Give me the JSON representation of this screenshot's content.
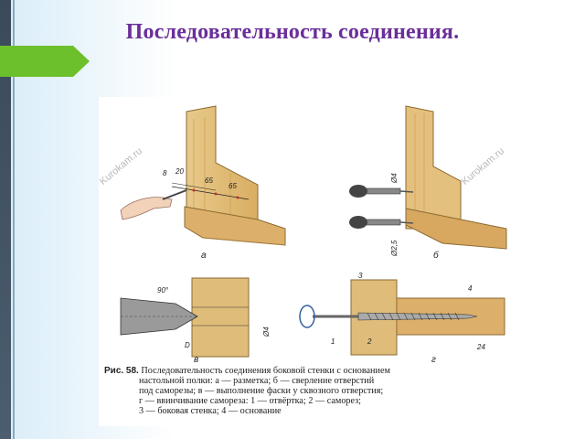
{
  "slide": {
    "title": "Последовательность соединения."
  },
  "figure": {
    "watermark": "Kurokam.ru",
    "panel_letters": [
      "а",
      "б",
      "в",
      "г"
    ],
    "dimensions": {
      "a": [
        "8",
        "20",
        "65",
        "65"
      ],
      "b": [
        "Ø4",
        "Ø2,5"
      ],
      "v": [
        "90°",
        "D",
        "Ø4"
      ],
      "g": [
        "3",
        "4",
        "1",
        "2",
        "24"
      ]
    },
    "caption": {
      "label": "Рис. 58.",
      "line1": "Последовательность соединения боковой стенки с основанием",
      "line2": "настольной полки: а — разметка; б — сверление отверстий",
      "line3": "под саморезы; в — выполнение фаски у сквозного отверстия;",
      "line4": "г — ввинчивание самореза: 1 — отвёртка; 2 — саморез;",
      "line5": "3 — боковая стенка; 4 — основание"
    }
  },
  "colors": {
    "title": "#6a2f9a",
    "accent_green": "#6cc02c",
    "sidebar": "#3b4a5a"
  }
}
